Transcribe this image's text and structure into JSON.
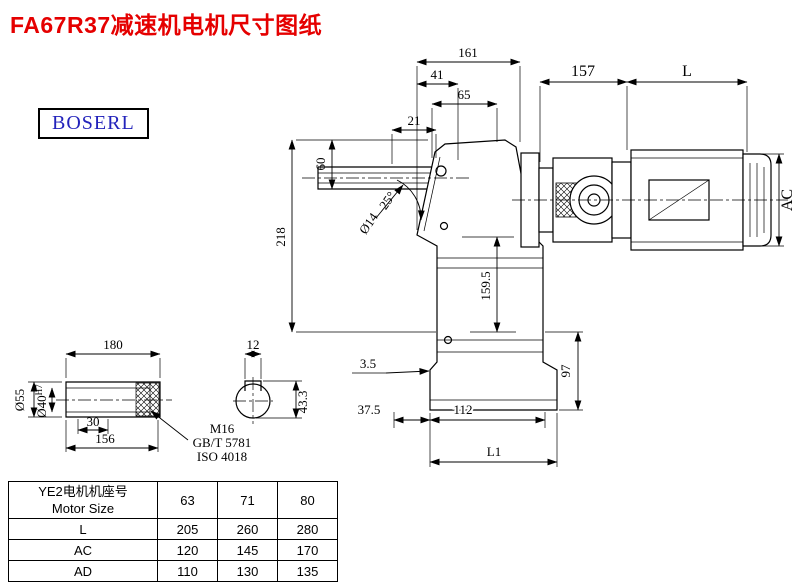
{
  "page": {
    "title": "FA67R37减速机电机尺寸图纸",
    "brand": "BOSERL",
    "colors": {
      "title_red": "#e50000",
      "brand_blue": "#2323bb",
      "line_black": "#000000"
    }
  },
  "main_drawing": {
    "dims": {
      "w161": "161",
      "w41": "41",
      "w65": "65",
      "w21": "21",
      "w157": "157",
      "wL": "L",
      "h60": "60",
      "h218": "218",
      "dia14": "Ø14",
      "angle25": "25°",
      "h159_5": "159.5",
      "hAC": "AC",
      "h97": "97",
      "w3_5": "3.5",
      "w37_5": "37.5",
      "w112": "112",
      "wL1": "L1"
    }
  },
  "shaft_detail": {
    "dims": {
      "w180": "180",
      "w12": "12",
      "dia55": "Ø55",
      "dia40": "Ø40",
      "dia40_tol": "H7",
      "w30": "30",
      "w156": "156",
      "h43_3": "43.3"
    },
    "thread_note": {
      "line1": "M16",
      "line2": "GB/T 5781",
      "line3": "ISO 4018"
    }
  },
  "table": {
    "header": {
      "col0_line1": "YE2电机机座号",
      "col0_line2": "Motor Size",
      "cols": [
        "63",
        "71",
        "80"
      ]
    },
    "rows": [
      {
        "label": "L",
        "values": [
          "205",
          "260",
          "280"
        ]
      },
      {
        "label": "AC",
        "values": [
          "120",
          "145",
          "170"
        ]
      },
      {
        "label": "AD",
        "values": [
          "110",
          "130",
          "135"
        ]
      }
    ]
  }
}
